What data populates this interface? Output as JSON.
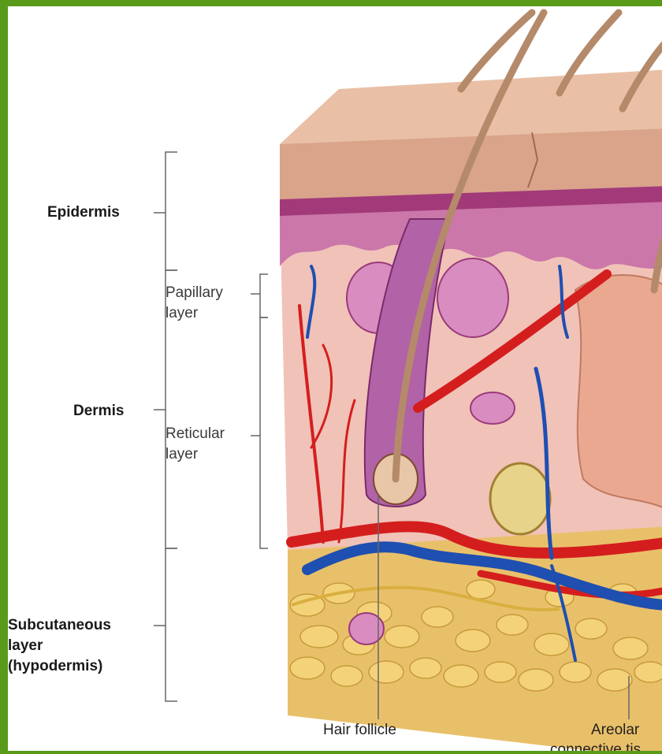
{
  "labels": {
    "epidermis": "Epidermis",
    "papillary_1": "Papillary",
    "papillary_2": "layer",
    "dermis": "Dermis",
    "reticular_1": "Reticular",
    "reticular_2": "layer",
    "subcutaneous_1": "Subcutaneous",
    "subcutaneous_2": "layer",
    "subcutaneous_3": "(hypodermis)",
    "hair_follicle": "Hair follicle",
    "areolar_1": "Areolar",
    "areolar_2": "connective tis"
  },
  "colors": {
    "frame": "#5a9a1a",
    "epidermis": "#d9a48a",
    "dermis": "#f1c2b8",
    "papillary": "#b9609a",
    "artery": "#d41e1e",
    "vein": "#1f4fb0",
    "fat": "#ecc25a",
    "hair": "#b48a6a"
  }
}
